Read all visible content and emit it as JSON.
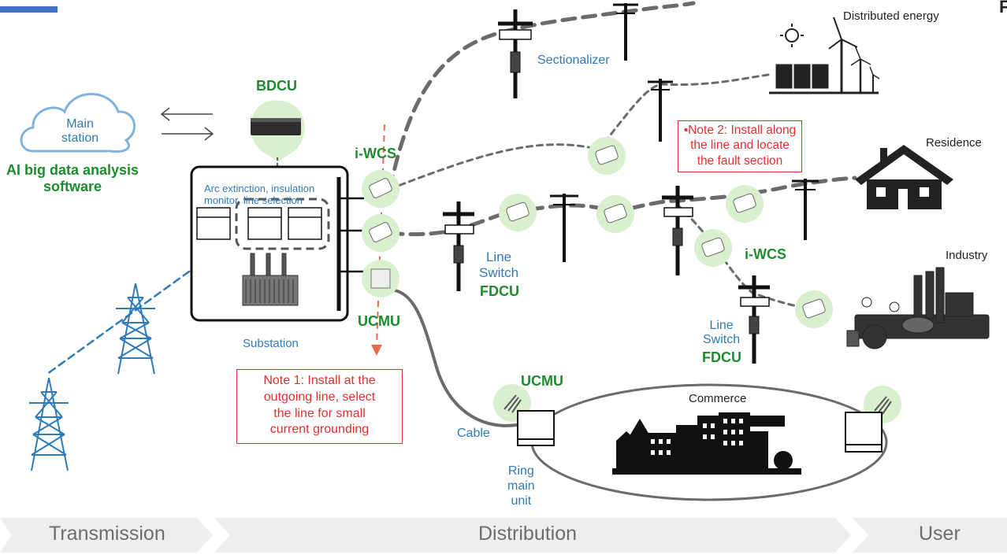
{
  "labels": {
    "main_station": [
      "Main",
      "station"
    ],
    "ai_software": [
      "AI big data analysis",
      "software"
    ],
    "bdcu": "BDCU",
    "arc_text": [
      "Arc extinction, insulation",
      "monitor, line selection"
    ],
    "substation": "Substation",
    "iwcs_top": "i-WCS",
    "iwcs_right": "i-WCS",
    "ucmu_left": "UCMU",
    "ucmu_bottom": "UCMU",
    "sectionalizer": "Sectionalizer",
    "line_switch_1": [
      "Line",
      "Switch"
    ],
    "fdcu_1": "FDCU",
    "line_switch_2": [
      "Line",
      "Switch"
    ],
    "fdcu_2": "FDCU",
    "distributed_energy": "Distributed energy",
    "residence": "Residence",
    "industry": "Industry",
    "commerce": "Commerce",
    "cable": "Cable",
    "ring_main_unit": [
      "Ring",
      "main",
      "unit"
    ],
    "note1": [
      "Note 1: Install at the",
      "outgoing line, select",
      "the line for small",
      "current grounding"
    ],
    "note2": [
      "•Note 2: Install along",
      "the line and locate",
      "the fault section"
    ],
    "corner_mark": "F"
  },
  "bands": {
    "transmission": "Transmission",
    "distribution": "Distribution",
    "user": "User"
  },
  "colors": {
    "green_label": "#1e8c2e",
    "blue_label": "#2f7ab9",
    "note_red": "#e03030",
    "sensor_halo": "#d9f0cf",
    "line_gray": "#6b6b6b"
  }
}
